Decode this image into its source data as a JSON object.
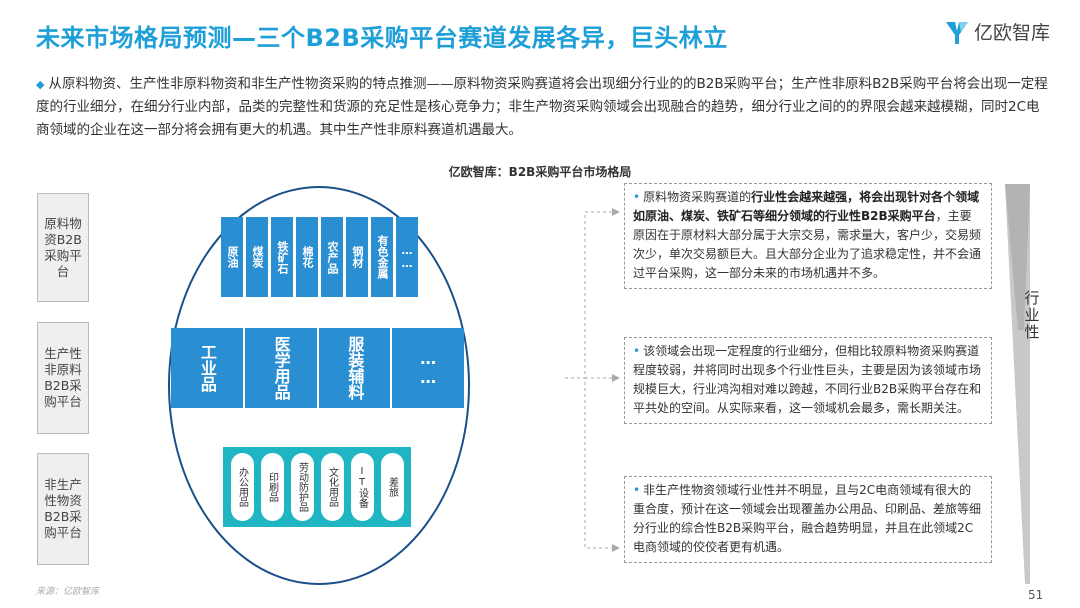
{
  "header": {
    "title": "未来市场格局预测—三个B2B采购平台赛道发展各异，巨头林立",
    "logo_text": "亿欧智库",
    "brand_color": "#1e9fd8"
  },
  "intro": {
    "bullet": "◆",
    "text": "从原料物资、生产性非原料物资和非生产性物资采购的特点推测——原料物资采购赛道将会出现细分行业的的B2B采购平台；生产性非原料B2B采购平台将会出现一定程度的行业细分，在细分行业内部，品类的完整性和货源的充足性是核心竞争力；非生产物资采购领域会出现融合的趋势，细分行业之间的的界限会越来越模糊，同时2C电商领域的企业在这一部分将会拥有更大的机遇。其中生产性非原料赛道机遇最大。"
  },
  "diagram": {
    "title": "亿欧智库：B2B采购平台市场格局",
    "categories": [
      "原料物资B2B采购平台",
      "生产性非原料B2B采购平台",
      "非生产性物资B2B采购平台"
    ],
    "row1_items": [
      "原油",
      "煤炭",
      "铁矿石",
      "棉花",
      "农产品",
      "钢材",
      "有色金属",
      "……"
    ],
    "row2_items": [
      "工业品",
      "医学用品",
      "服装辅料",
      "……"
    ],
    "row3_items": [
      "办公用品",
      "印刷品",
      "劳动防护品",
      "文化用品",
      "IT设备",
      "差旅"
    ],
    "colors": {
      "blue": "#2a8ed3",
      "teal": "#1fb5c2",
      "ellipse": "#1a4f8a"
    }
  },
  "boxes": [
    {
      "bullet": "•",
      "pre": "原料物资采购赛道的",
      "bold": "行业性会越来越强，将会出现针对各个领域如原油、煤炭、铁矿石等细分领域的行业性B2B采购平台",
      "post": "，主要原因在于原材料大部分属于大宗交易，需求量大，客户少，交易频次少，单次交易额巨大。且大部分企业为了追求稳定性，并不会通过平台采购，这一部分未来的市场机遇并不多。"
    },
    {
      "bullet": "•",
      "text": "该领域会出现一定程度的行业细分，但相比较原料物资采购赛道程度较弱，并将同时出现多个行业性巨头，主要是因为该领域市场规模巨大，行业鸿沟相对难以跨越，不同行业B2B采购平台存在和平共处的空间。从实际来看，这一领域机会最多，需长期关注。"
    },
    {
      "bullet": "•",
      "text": "非生产性物资领域行业性并不明显，且与2C电商领域有很大的重合度，预计在这一领域会出现覆盖办公用品、印刷品、差旅等细分行业的综合性B2B采购平台，融合趋势明显，并且在此领域2C电商领域的佼佼者更有机遇。"
    }
  ],
  "sidebar": {
    "label": "行业性"
  },
  "footer": {
    "source": "来源：亿欧智库",
    "page": "51"
  }
}
